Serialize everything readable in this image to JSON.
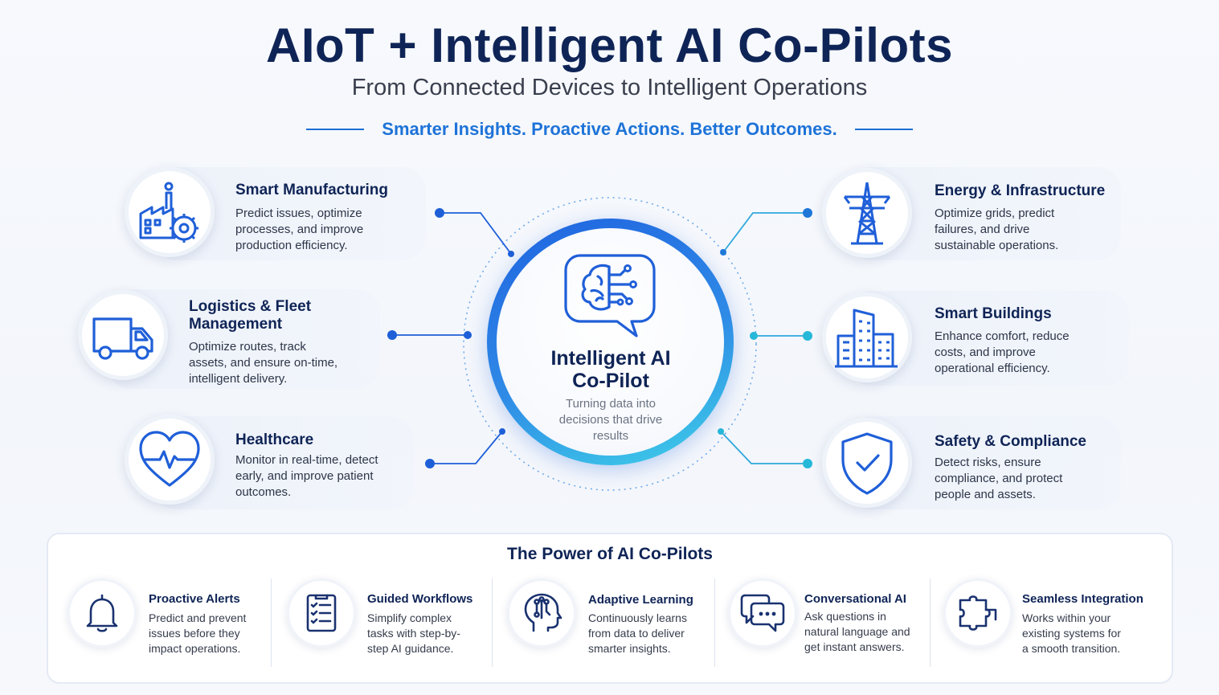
{
  "header": {
    "title": "AIoT + Intelligent AI Co-Pilots",
    "subtitle": "From Connected Devices to Intelligent Operations",
    "tagline": "Smarter Insights. Proactive Actions. Better Outcomes."
  },
  "hub": {
    "title": "Intelligent AI\nCo-Pilot",
    "description": "Turning data into\ndecisions that drive\nresults",
    "icon": "brain-chat-icon"
  },
  "industries": {
    "smart_manufacturing": {
      "title": "Smart Manufacturing",
      "description": "Predict issues, optimize\nprocesses, and improve\nproduction efficiency.",
      "icon": "factory-gear-icon"
    },
    "logistics": {
      "title": "Logistics & Fleet\nManagement",
      "description": "Optimize routes, track\nassets, and ensure on-time,\nintelligent delivery.",
      "icon": "truck-icon"
    },
    "healthcare": {
      "title": "Healthcare",
      "description": "Monitor in real-time, detect\nearly, and improve patient\noutcomes.",
      "icon": "heart-pulse-icon"
    },
    "energy": {
      "title": "Energy & Infrastructure",
      "description": "Optimize grids, predict\nfailures, and drive\nsustainable operations.",
      "icon": "power-tower-icon"
    },
    "buildings": {
      "title": "Smart Buildings",
      "description": "Enhance comfort, reduce\ncosts, and improve\noperational efficiency.",
      "icon": "building-icon"
    },
    "safety": {
      "title": "Safety & Compliance",
      "description": "Detect risks, ensure\ncompliance, and protect\npeople and assets.",
      "icon": "shield-check-icon"
    }
  },
  "power": {
    "title": "The Power of AI Co-Pilots",
    "items": [
      {
        "title": "Proactive Alerts",
        "description": "Predict and prevent\nissues before they\nimpact operations.",
        "icon": "bell-icon"
      },
      {
        "title": "Guided Workflows",
        "description": "Simplify complex\ntasks with step-by-\nstep AI guidance.",
        "icon": "checklist-icon"
      },
      {
        "title": "Adaptive Learning",
        "description": "Continuously learns\nfrom data to deliver\nsmarter insights.",
        "icon": "head-circuit-icon"
      },
      {
        "title": "Conversational AI",
        "description": "Ask questions in\nnatural language and\nget instant answers.",
        "icon": "chat-bubbles-icon"
      },
      {
        "title": "Seamless Integration",
        "description": "Works within your\nexisting systems for\na smooth transition.",
        "icon": "puzzle-icon"
      }
    ]
  },
  "colors": {
    "navy": "#0f2456",
    "accent_blue": "#1e73d8",
    "accent_cyan": "#2ec4d6"
  }
}
